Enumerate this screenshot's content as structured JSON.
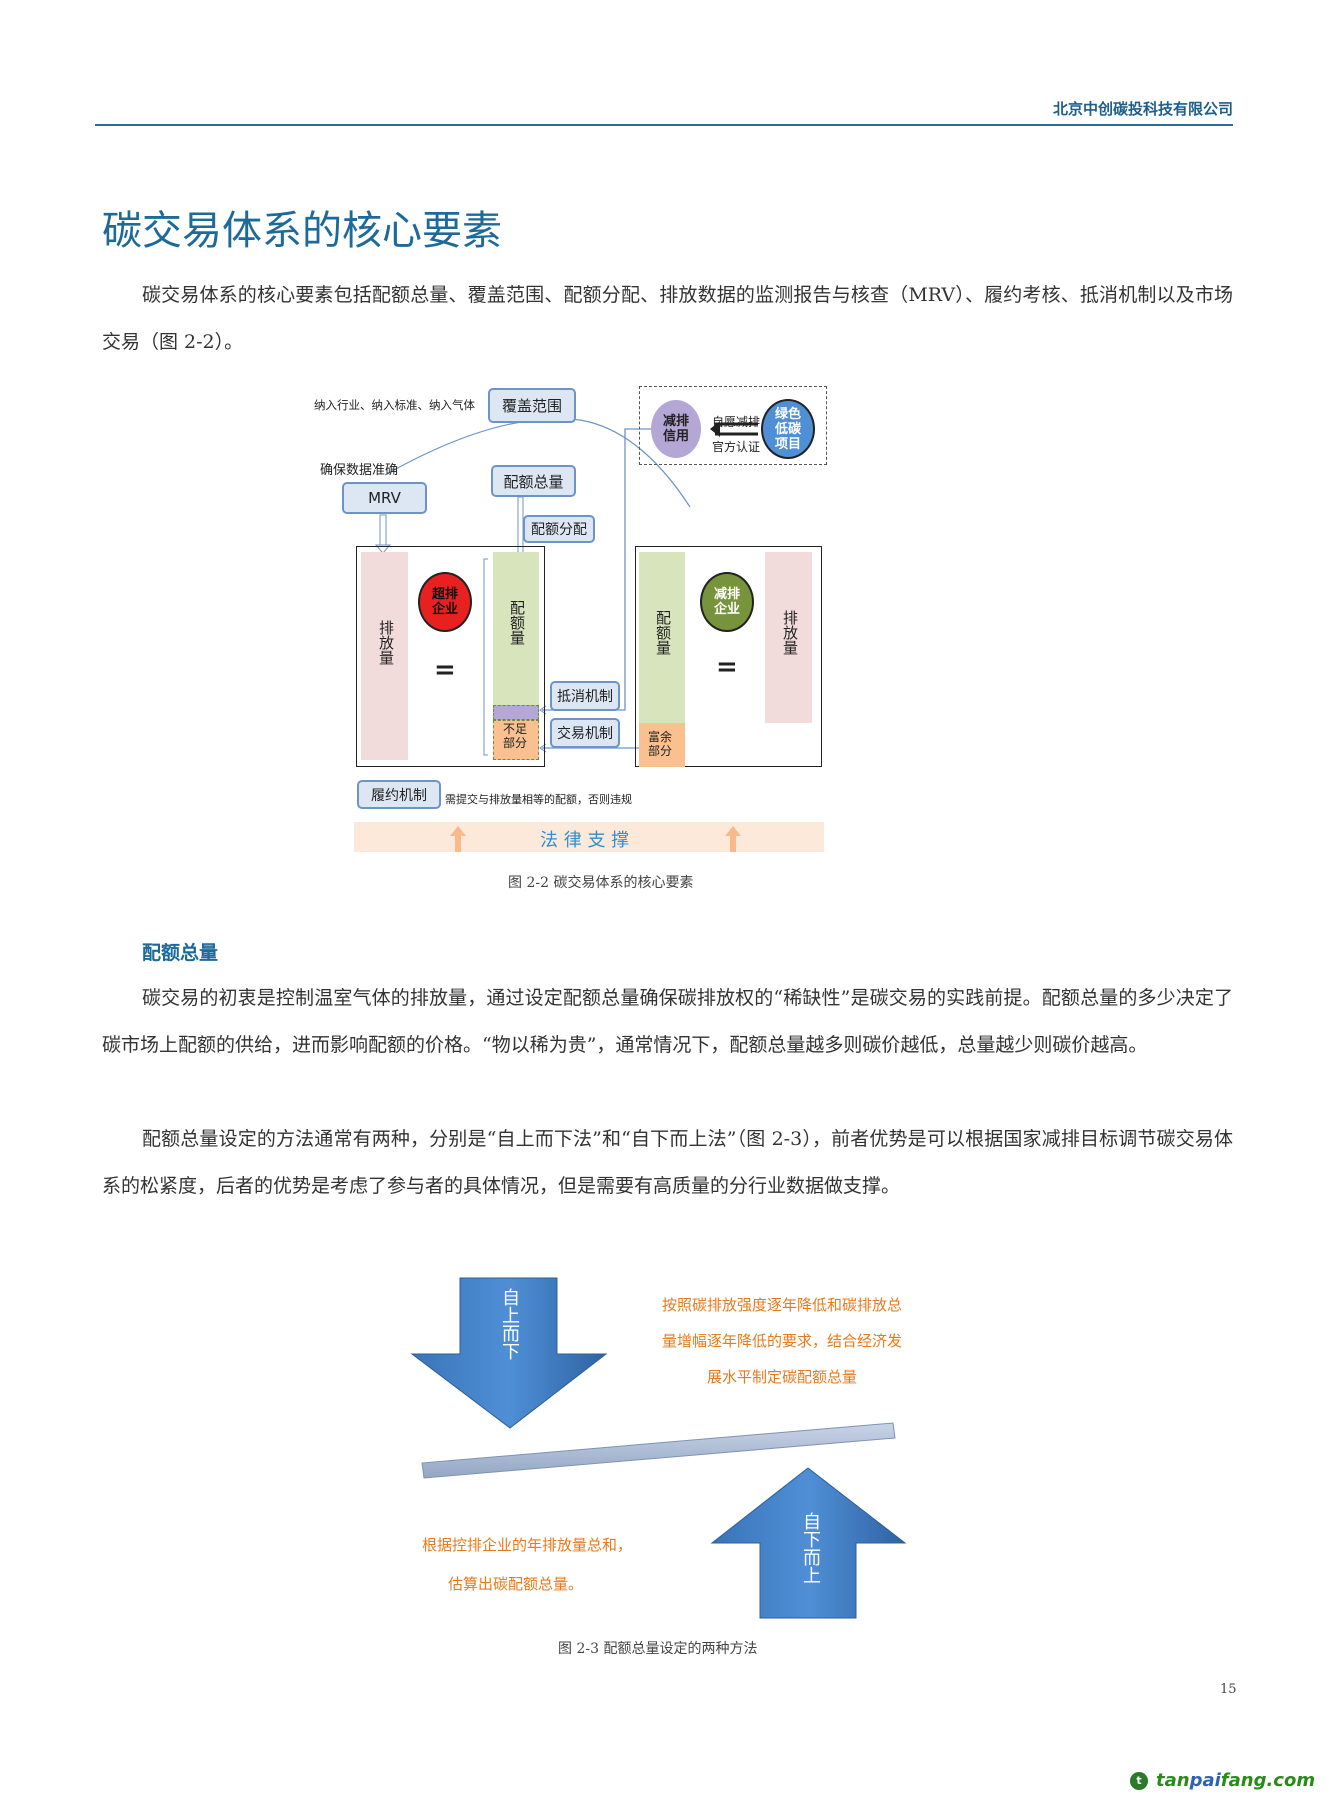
{
  "header": {
    "company": "北京中创碳投科技有限公司"
  },
  "title": "碳交易体系的核心要素",
  "intro_paragraph": "碳交易体系的核心要素包括配额总量、覆盖范围、配额分配、排放数据的监测报告与核查（MRV）、履约考核、抵消机制以及市场交易（图 2-2）。",
  "figure1": {
    "coverage_note": "纳入行业、纳入标准、纳入气体",
    "coverage_box": "覆盖范围",
    "mrv_note": "确保数据准确",
    "mrv_box": "MRV",
    "total_box": "配额总量",
    "allocation_box": "配额分配",
    "left_emission": "排放量",
    "over_enterprise": "超排企业",
    "equals": "=",
    "left_allowance": "配额量",
    "shortfall": "不足部分",
    "offset_box": "抵消机制",
    "trade_box": "交易机制",
    "right_allowance": "配额量",
    "reduce_enterprise": "减排企业",
    "right_emission": "排放量",
    "surplus": "富余部分",
    "credit_circle": "减排信用",
    "voluntary": "自愿减排",
    "official": "官方认证",
    "green_project": "绿色低碳项目",
    "compliance_box": "履约机制",
    "compliance_note": "需提交与排放量相等的配额，否则违规",
    "legal_support": "法 律 支 撑",
    "caption": "图 2-2 碳交易体系的核心要素"
  },
  "section": {
    "heading": "配额总量",
    "paragraph1": "碳交易的初衷是控制温室气体的排放量，通过设定配额总量确保碳排放权的“稀缺性”是碳交易的实践前提。配额总量的多少决定了碳市场上配额的供给，进而影响配额的价格。“物以稀为贵”，通常情况下，配额总量越多则碳价越低，总量越少则碳价越高。",
    "paragraph2": "配额总量设定的方法通常有两种，分别是“自上而下法”和“自下而上法”（图 2-3），前者优势是可以根据国家减排目标调节碳交易体系的松紧度，后者的优势是考虑了参与者的具体情况，但是需要有高质量的分行业数据做支撑。"
  },
  "figure2": {
    "top_down": "自上而下",
    "top_down_desc": [
      "按照碳排放强度逐年降低和碳排放总",
      "量增幅逐年降低的要求，结合经济发",
      "展水平制定碳配额总量"
    ],
    "bottom_up": "自下而上",
    "bottom_up_desc": [
      "根据控排企业的年排放量总和，",
      "估算出碳配额总量。"
    ],
    "caption": "图 2-3 配额总量设定的两种方法"
  },
  "page_number": "15",
  "watermark": {
    "part1": "tan",
    "part2": "pai",
    "part3": "fang.com"
  },
  "colors": {
    "accent": "#1d6a9a",
    "orange_text": "#e87a1c",
    "arrow_blue": "#3f7fc4"
  }
}
